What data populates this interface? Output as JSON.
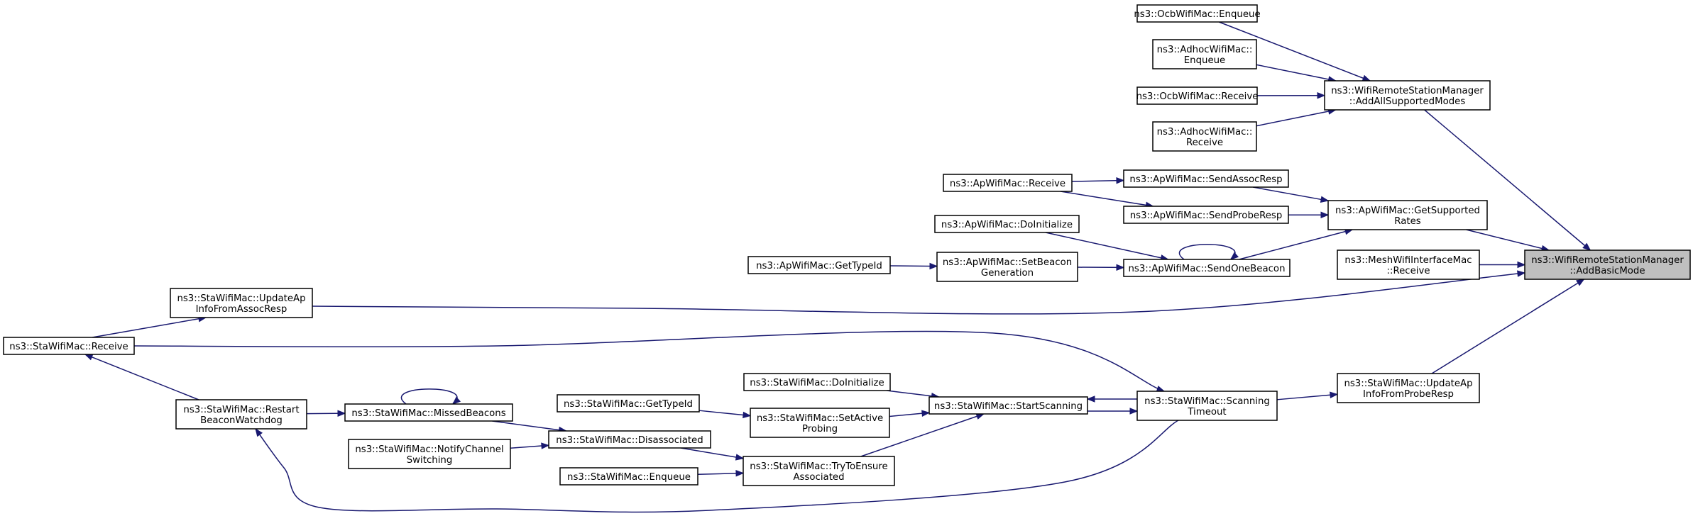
{
  "graph": {
    "title": "",
    "edge_color": "#191970",
    "root_fill": "#bfbfbf",
    "node_fill": "#ffffff",
    "nodes": [
      {
        "id": "root",
        "lines": [
          "ns3::WifiRemoteStationManager",
          "::AddBasicMode"
        ],
        "root": true
      },
      {
        "id": "ocb_enqueue",
        "lines": [
          "ns3::OcbWifiMac::Enqueue"
        ]
      },
      {
        "id": "adhoc_enqueue",
        "lines": [
          "ns3::AdhocWifiMac::",
          "Enqueue"
        ]
      },
      {
        "id": "ocb_receive",
        "lines": [
          "ns3::OcbWifiMac::Receive"
        ]
      },
      {
        "id": "adhoc_receive",
        "lines": [
          "ns3::AdhocWifiMac::",
          "Receive"
        ]
      },
      {
        "id": "add_all_supported",
        "lines": [
          "ns3::WifiRemoteStationManager",
          "::AddAllSupportedModes"
        ]
      },
      {
        "id": "ap_receive",
        "lines": [
          "ns3::ApWifiMac::Receive"
        ]
      },
      {
        "id": "ap_send_assoc",
        "lines": [
          "ns3::ApWifiMac::SendAssocResp"
        ]
      },
      {
        "id": "ap_send_probe",
        "lines": [
          "ns3::ApWifiMac::SendProbeResp"
        ]
      },
      {
        "id": "ap_get_supported",
        "lines": [
          "ns3::ApWifiMac::GetSupported",
          "Rates"
        ]
      },
      {
        "id": "ap_doinit",
        "lines": [
          "ns3::ApWifiMac::DoInitialize"
        ]
      },
      {
        "id": "ap_gettypeid",
        "lines": [
          "ns3::ApWifiMac::GetTypeId"
        ]
      },
      {
        "id": "ap_setbeacon",
        "lines": [
          "ns3::ApWifiMac::SetBeacon",
          "Generation"
        ]
      },
      {
        "id": "ap_sendonebeacon",
        "lines": [
          "ns3::ApWifiMac::SendOneBeacon"
        ]
      },
      {
        "id": "mesh_receive",
        "lines": [
          "ns3::MeshWifiInterfaceMac",
          "::Receive"
        ]
      },
      {
        "id": "sta_update_assoc",
        "lines": [
          "ns3::StaWifiMac::UpdateAp",
          "InfoFromAssocResp"
        ]
      },
      {
        "id": "sta_receive",
        "lines": [
          "ns3::StaWifiMac::Receive"
        ]
      },
      {
        "id": "sta_restart",
        "lines": [
          "ns3::StaWifiMac::Restart",
          "BeaconWatchdog"
        ]
      },
      {
        "id": "sta_missed",
        "lines": [
          "ns3::StaWifiMac::MissedBeacons"
        ]
      },
      {
        "id": "sta_notify",
        "lines": [
          "ns3::StaWifiMac::NotifyChannel",
          "Switching"
        ]
      },
      {
        "id": "sta_disassoc",
        "lines": [
          "ns3::StaWifiMac::Disassociated"
        ]
      },
      {
        "id": "sta_gettypeid",
        "lines": [
          "ns3::StaWifiMac::GetTypeId"
        ]
      },
      {
        "id": "sta_doinit",
        "lines": [
          "ns3::StaWifiMac::DoInitialize"
        ]
      },
      {
        "id": "sta_setactive",
        "lines": [
          "ns3::StaWifiMac::SetActive",
          "Probing"
        ]
      },
      {
        "id": "sta_startscan",
        "lines": [
          "ns3::StaWifiMac::StartScanning"
        ]
      },
      {
        "id": "sta_enqueue",
        "lines": [
          "ns3::StaWifiMac::Enqueue"
        ]
      },
      {
        "id": "sta_trytoensure",
        "lines": [
          "ns3::StaWifiMac::TryToEnsure",
          "Associated"
        ]
      },
      {
        "id": "sta_scantimeout",
        "lines": [
          "ns3::StaWifiMac::Scanning",
          "Timeout"
        ]
      },
      {
        "id": "sta_update_probe",
        "lines": [
          "ns3::StaWifiMac::UpdateAp",
          "InfoFromProbeResp"
        ]
      }
    ],
    "edges": [
      {
        "from": "add_all_supported",
        "to": "root"
      },
      {
        "from": "ap_get_supported",
        "to": "root"
      },
      {
        "from": "mesh_receive",
        "to": "root"
      },
      {
        "from": "sta_update_assoc",
        "to": "root"
      },
      {
        "from": "sta_update_probe",
        "to": "root"
      },
      {
        "from": "ocb_enqueue",
        "to": "add_all_supported"
      },
      {
        "from": "adhoc_enqueue",
        "to": "add_all_supported"
      },
      {
        "from": "ocb_receive",
        "to": "add_all_supported"
      },
      {
        "from": "adhoc_receive",
        "to": "add_all_supported"
      },
      {
        "from": "ap_send_assoc",
        "to": "ap_get_supported"
      },
      {
        "from": "ap_send_probe",
        "to": "ap_get_supported"
      },
      {
        "from": "ap_sendonebeacon",
        "to": "ap_get_supported"
      },
      {
        "from": "ap_receive",
        "to": "ap_send_assoc"
      },
      {
        "from": "ap_receive",
        "to": "ap_send_probe"
      },
      {
        "from": "ap_doinit",
        "to": "ap_sendonebeacon"
      },
      {
        "from": "ap_setbeacon",
        "to": "ap_sendonebeacon"
      },
      {
        "from": "ap_sendonebeacon",
        "to": "ap_sendonebeacon"
      },
      {
        "from": "ap_gettypeid",
        "to": "ap_setbeacon"
      },
      {
        "from": "sta_receive",
        "to": "sta_update_assoc"
      },
      {
        "from": "sta_scantimeout",
        "to": "sta_update_probe"
      },
      {
        "from": "sta_receive",
        "to": "sta_scantimeout"
      },
      {
        "from": "sta_startscan",
        "to": "sta_scantimeout"
      },
      {
        "from": "sta_scantimeout",
        "to": "sta_startscan"
      },
      {
        "from": "sta_doinit",
        "to": "sta_startscan"
      },
      {
        "from": "sta_setactive",
        "to": "sta_startscan"
      },
      {
        "from": "sta_trytoensure",
        "to": "sta_startscan"
      },
      {
        "from": "sta_gettypeid",
        "to": "sta_setactive"
      },
      {
        "from": "sta_disassoc",
        "to": "sta_trytoensure"
      },
      {
        "from": "sta_enqueue",
        "to": "sta_trytoensure"
      },
      {
        "from": "sta_missed",
        "to": "sta_disassoc"
      },
      {
        "from": "sta_notify",
        "to": "sta_disassoc"
      },
      {
        "from": "sta_restart",
        "to": "sta_missed"
      },
      {
        "from": "sta_missed",
        "to": "sta_missed"
      },
      {
        "from": "sta_restart",
        "to": "sta_receive"
      },
      {
        "from": "sta_scantimeout",
        "to": "sta_restart"
      }
    ]
  }
}
